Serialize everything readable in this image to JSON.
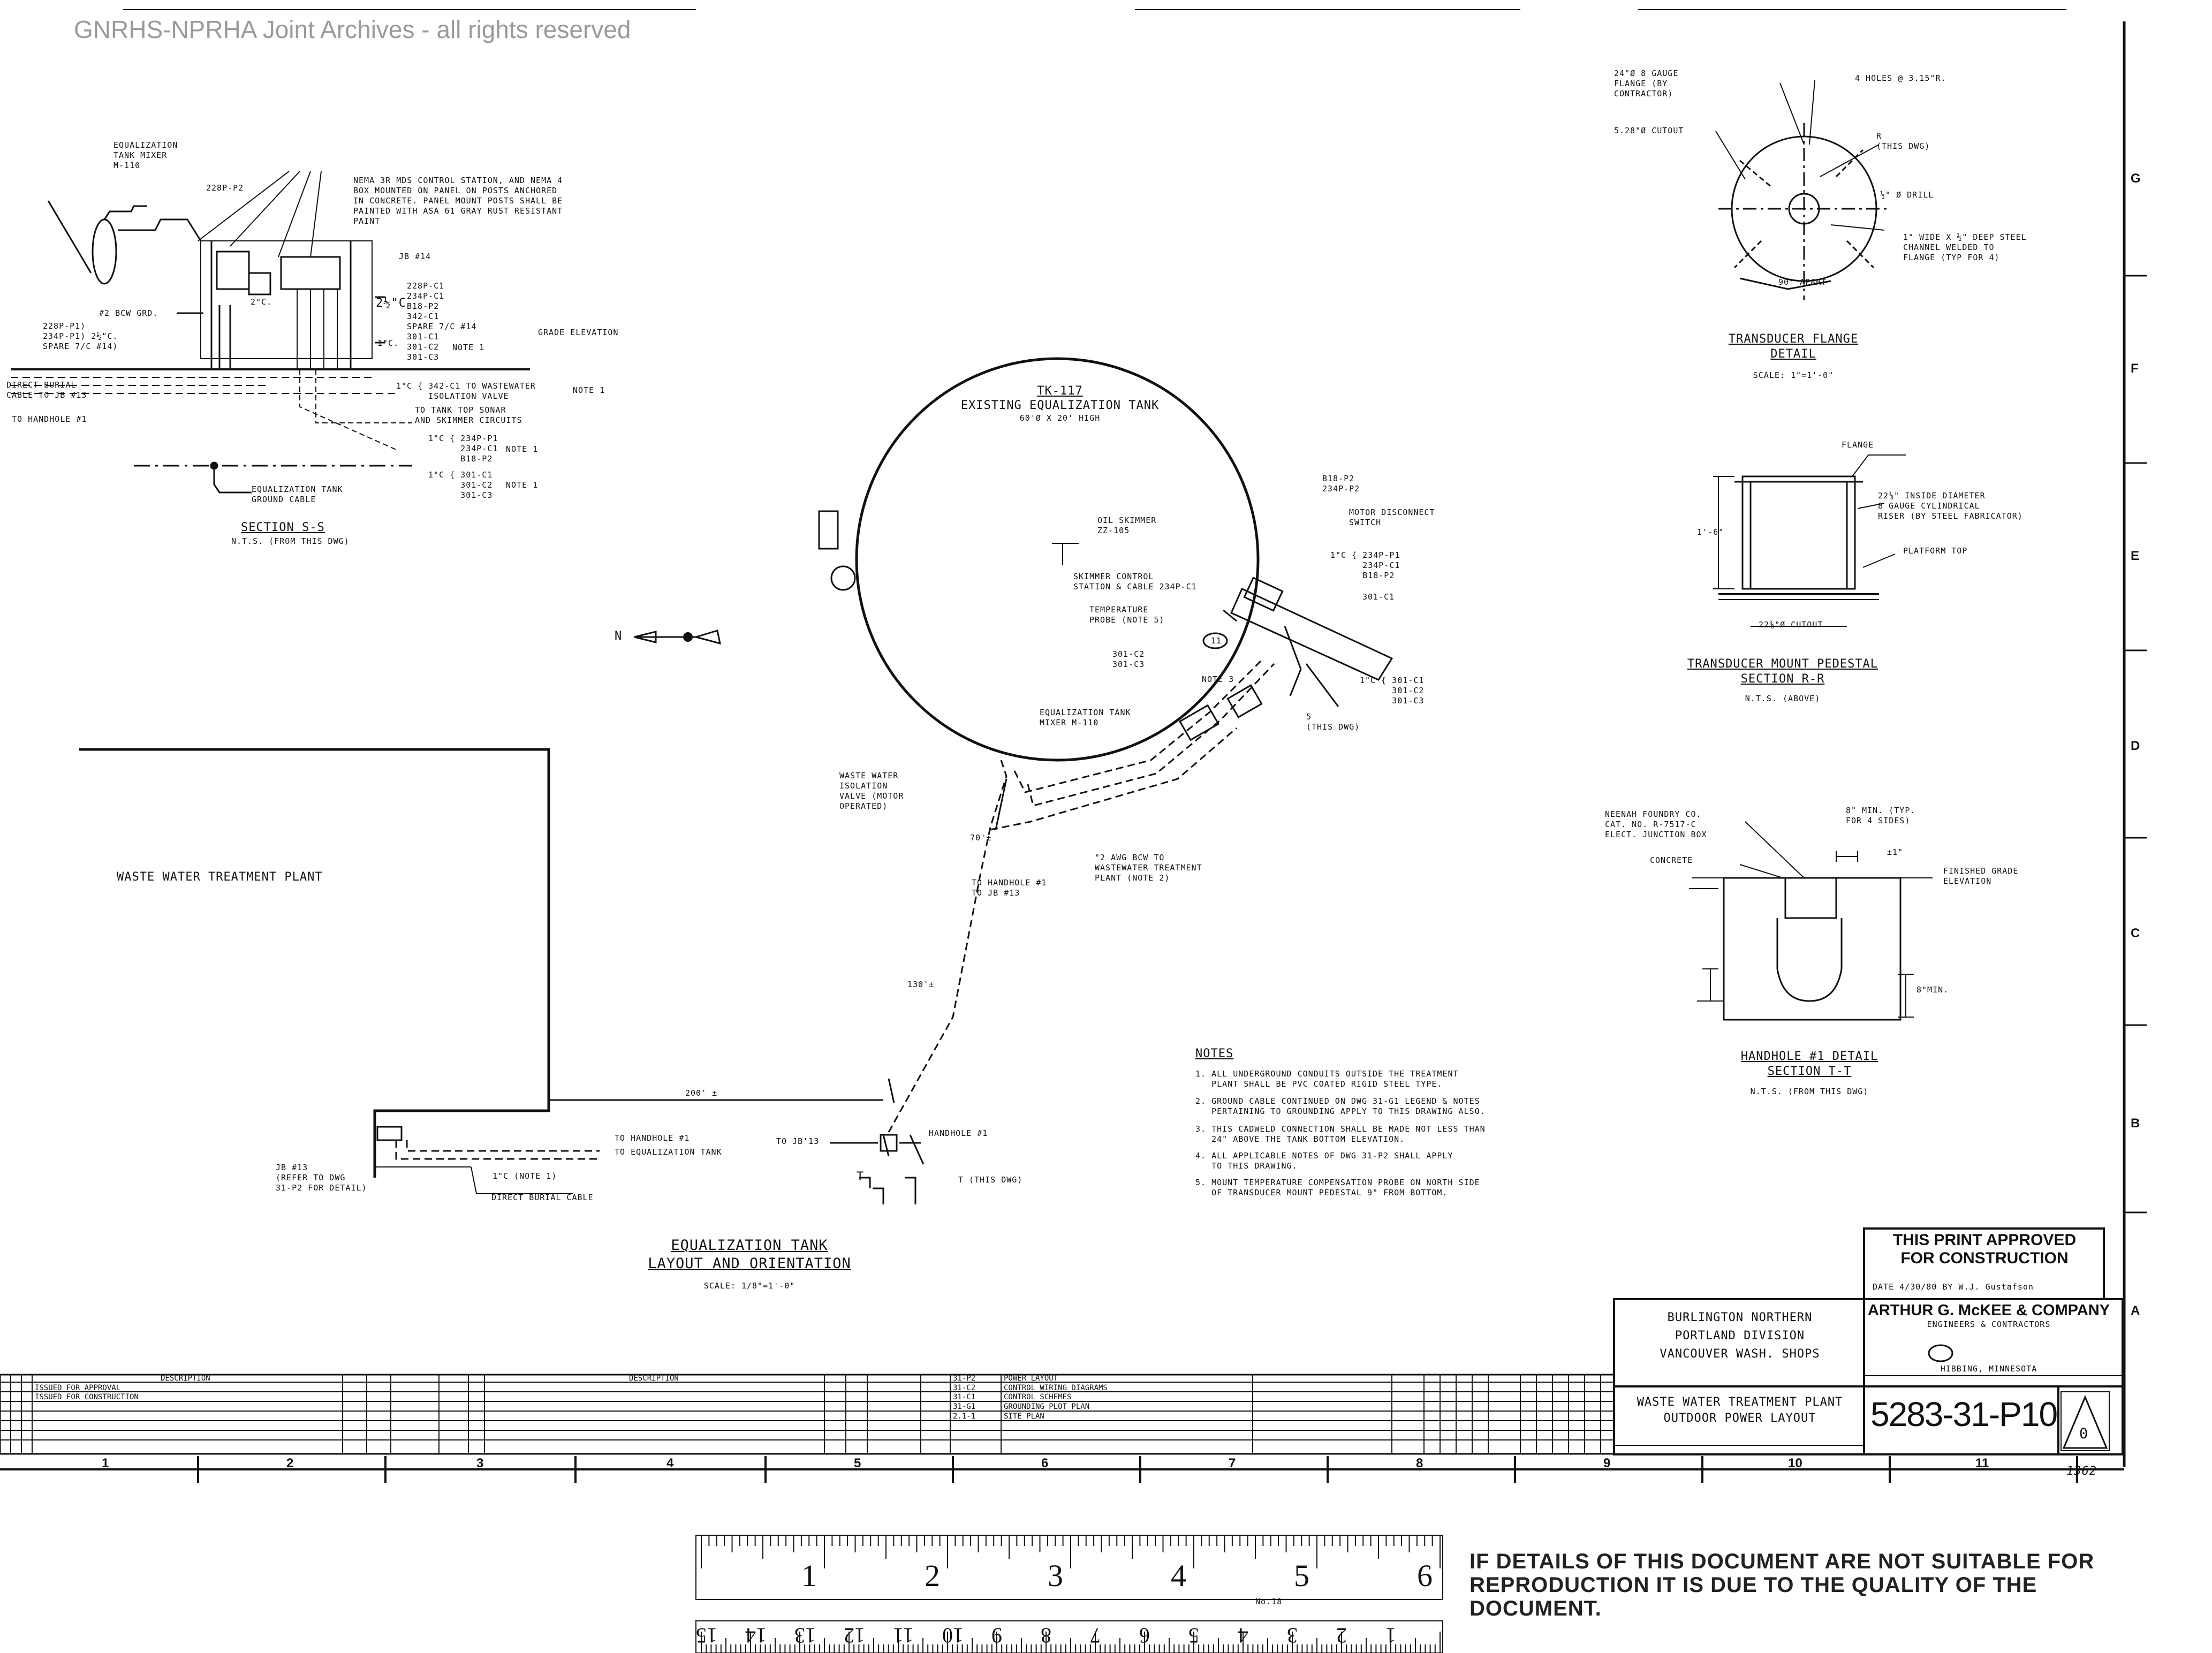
{
  "watermark": "GNRHS-NPRHA Joint Archives - all rights reserved",
  "section_ss": {
    "mixer_label": "EQUALIZATION\nTANK MIXER\nM-110",
    "p2": "228P-P2",
    "nema_note": "NEMA 3R MDS CONTROL STATION, AND NEMA 4\nBOX MOUNTED ON PANEL ON POSTS ANCHORED\nIN CONCRETE. PANEL MOUNT POSTS SHALL BE\nPAINTED WITH ASA 61 GRAY RUST RESISTANT\nPAINT",
    "jb14": "JB #14",
    "bcw_grd": "#2 BCW GRD.",
    "two_c": "2\"C.",
    "conduit_a": "2½\"C",
    "circuits_a": "228P-C1\n234P-C1\nB18-P2\n342-C1\nSPARE 7/C #14",
    "left_list": "228P-P1)\n234P-P1) 2½\"C.\nSPARE 7/C #14)",
    "conduit_b": "1\"C.",
    "circuits_b": "301-C1\n301-C2\n301-C3",
    "note1a": "NOTE 1",
    "grade": "GRADE ELEVATION",
    "direct_burial": "DIRECT BURIAL\nCABLE TO JB #13",
    "to_handhole": "TO HANDHOLE #1",
    "c342": "1\"C { 342-C1 TO WASTEWATER\n      ISOLATION VALVE",
    "note1b": "NOTE 1",
    "to_tank": "TO TANK TOP SONAR\nAND SKIMMER CIRCUITS",
    "c234": "1\"C { 234P-P1\n      234P-C1\n      B18-P2",
    "note1c": "NOTE 1",
    "c301": "1\"C { 301-C1\n      301-C2\n      301-C3",
    "note1d": "NOTE 1",
    "ground_cable": "EQUALIZATION TANK\nGROUND CABLE",
    "title": "SECTION S-S",
    "subtitle": "N.T.S. (FROM THIS DWG)"
  },
  "tank": {
    "id": "TK-117",
    "name": "EXISTING EQUALIZATION TANK",
    "size": "60'Ø X 20' HIGH",
    "north": "N",
    "oil_skimmer": "OIL SKIMMER\nZZ-105",
    "skimmer_control": "SKIMMER CONTROL\nSTATION & CABLE 234P-C1",
    "temp_probe": "TEMPERATURE\nPROBE (NOTE 5)",
    "c301pair": "301-C2\n301-C3",
    "note3": "NOTE 3",
    "b18": "B18-P2\n234P-P2",
    "motor_switch": "MOTOR DISCONNECT\nSWITCH",
    "c234right": "1\"C { 234P-P1\n      234P-C1\n      B18-P2",
    "c301c1": "301-C1",
    "c301right": "1\"C { 301-C1\n      301-C2\n      301-C3",
    "tag11": "11",
    "mixer": "EQUALIZATION TANK\nMIXER M-110",
    "this_dwg": "5\n(THIS DWG)"
  },
  "plant": {
    "label": "WASTE WATER TREATMENT PLANT",
    "valve": "WASTE WATER\nISOLATION\nVALVE (MOTOR\nOPERATED)",
    "bcw": "\"2 AWG BCW TO\nWASTEWATER TREATMENT\nPLANT (NOTE 2)",
    "dim70": "70'±",
    "to_handhole_v": "TO HANDHOLE #1\nTO JB #13",
    "dim130": "130'±",
    "dim200": "200' ±",
    "jb13": "JB #13\n(REFER TO DWG\n31-P2 FOR DETAIL)",
    "to_hh": "TO HANDHOLE #1",
    "to_eq": "TO EQUALIZATION TANK",
    "c1note": "1\"C (NOTE 1)",
    "direct": "DIRECT BURIAL CABLE",
    "to_jb": "TO JB'13",
    "handhole": "HANDHOLE #1",
    "t_label": "T",
    "t_this": "T (THIS DWG)"
  },
  "layout_title": "EQUALIZATION TANK\nLAYOUT AND ORIENTATION",
  "layout_scale": "SCALE: 1/8\"=1'-0\"",
  "notes": {
    "heading": "NOTES",
    "items": [
      "1. ALL UNDERGROUND CONDUITS OUTSIDE THE TREATMENT\n   PLANT SHALL BE PVC COATED RIGID STEEL TYPE.",
      "2. GROUND CABLE CONTINUED ON DWG 31-G1 LEGEND & NOTES\n   PERTAINING TO GROUNDING APPLY TO THIS DRAWING ALSO.",
      "3. THIS CADWELD CONNECTION SHALL BE MADE NOT LESS THAN\n   24\" ABOVE THE TANK BOTTOM ELEVATION.",
      "4. ALL APPLICABLE NOTES OF DWG 31-P2 SHALL APPLY\n   TO THIS DRAWING.",
      "5. MOUNT TEMPERATURE COMPENSATION PROBE ON NORTH SIDE\n   OF TRANSDUCER MOUNT PEDESTAL 9\" FROM BOTTOM."
    ]
  },
  "flange": {
    "gauge": "24\"Ø 8 GAUGE\nFLANGE (BY\nCONTRACTOR)",
    "holes": "4 HOLES @ 3.15\"R.",
    "cutout": "5.28\"Ø CUTOUT",
    "this_dwg": "R\n(THIS DWG)",
    "drill": "½\" Ø DRILL",
    "channel": "1\" WIDE X ½\" DEEP STEEL\nCHANNEL WELDED TO\nFLANGE (TYP FOR 4)",
    "apart": "90° APART",
    "title": "TRANSDUCER FLANGE\nDETAIL",
    "scale": "SCALE: 1\"=1'-0\""
  },
  "pedestal": {
    "flange": "FLANGE",
    "diameter": "22⅜\" INSIDE DIAMETER\n8 GAUGE CYLINDRICAL\nRISER (BY STEEL FABRICATOR)",
    "platform": "PLATFORM TOP",
    "height": "1'-6\"",
    "cutout": "22⅜\"Ø CUTOUT",
    "title": "TRANSDUCER MOUNT PEDESTAL\nSECTION R-R",
    "subtitle": "N.T.S. (ABOVE)"
  },
  "handhole": {
    "neenah": "NEENAH FOUNDRY CO.\nCAT. NO. R-7517-C\nELECT. JUNCTION BOX",
    "concrete": "CONCRETE",
    "min": "8\" MIN. (TYP.\nFOR 4 SIDES)",
    "one": "±1\"",
    "grade": "FINISHED GRADE\nELEVATION",
    "min_v": "8\"MIN.",
    "title": "HANDHOLE #1 DETAIL\nSECTION T-T",
    "subtitle": "N.T.S. (FROM THIS DWG)"
  },
  "title_block": {
    "approved": "THIS PRINT APPROVED\nFOR CONSTRUCTION",
    "date": "DATE 4/30/80 BY W.J. Gustafson",
    "client": "BURLINGTON NORTHERN\nPORTLAND DIVISION\nVANCOUVER WASH. SHOPS",
    "company": "ARTHUR G. McKEE & COMPANY",
    "company_sub": "ENGINEERS & CONTRACTORS",
    "company_city": "HIBBING, MINNESOTA",
    "drawing_title": "WASTE WATER TREATMENT PLANT\nOUTDOOR POWER LAYOUT",
    "dwg_number": "5283-31-P10",
    "revision": "0",
    "sheet_mark": "1362"
  },
  "revisions": {
    "header": "DESCRIPTION",
    "rows": [
      "ISSUED FOR APPROVAL",
      "ISSUED FOR CONSTRUCTION"
    ],
    "ref_header": "DESCRIPTION",
    "refs": [
      "POWER LAYOUT",
      "CONTROL WIRING DIAGRAMS",
      "CONTROL SCHEMES",
      "GROUNDING PLOT PLAN",
      "SITE PLAN"
    ],
    "ref_nums": [
      "31-P2",
      "31-C2",
      "31-C1",
      "31-G1",
      "2.1-1"
    ]
  },
  "grid_letters": [
    "G",
    "F",
    "E",
    "D",
    "C",
    "B",
    "A"
  ],
  "grid_numbers": [
    "1",
    "2",
    "3",
    "4",
    "5",
    "6",
    "7",
    "8",
    "9",
    "10",
    "11"
  ],
  "ruler": {
    "top_numbers": [
      "1",
      "2",
      "3",
      "4",
      "5",
      "6"
    ],
    "bottom_numbers": [
      "15",
      "14",
      "13",
      "12",
      "11",
      "10",
      "9",
      "8",
      "7",
      "6",
      "5",
      "4",
      "3",
      "2",
      "1"
    ],
    "tag": "No.18"
  },
  "disclaimer": "IF DETAILS OF THIS DOCUMENT ARE NOT SUITABLE FOR REPRODUCTION IT IS DUE TO THE QUALITY OF THE DOCUMENT."
}
